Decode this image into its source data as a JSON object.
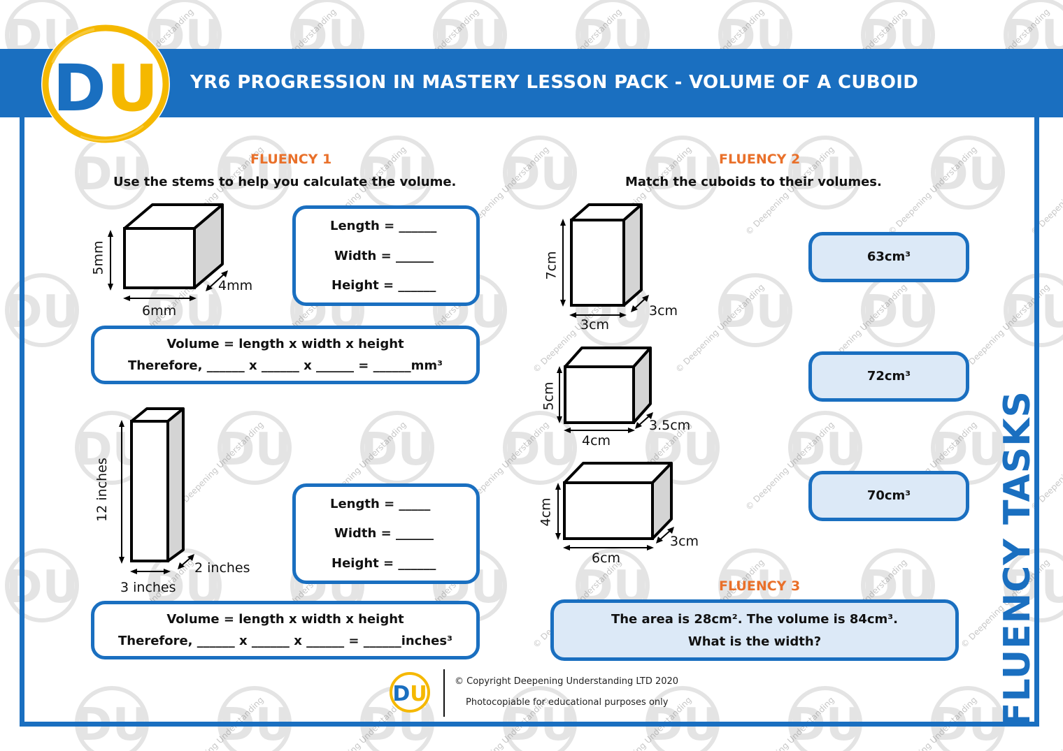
{
  "header": {
    "logo_text": "DU",
    "title": "YR6 PROGRESSION IN MASTERY LESSON PACK - VOLUME OF A CUBOID"
  },
  "watermark": {
    "text": "© Deepening Understanding",
    "logo_text": "DU"
  },
  "side_label": "FLUENCY TASKS",
  "fluency1": {
    "heading": "FLUENCY 1",
    "instruction": "Use the stems to help you calculate the volume.",
    "cuboid_a": {
      "height_label": "5mm",
      "depth_label": "4mm",
      "width_label": "6mm",
      "stems": [
        "Length = ______",
        "Width = ______",
        "Height = ______"
      ],
      "formula": "Volume = length x width x height",
      "therefore": "Therefore, ______ x ______ x ______ = ______mm³"
    },
    "cuboid_b": {
      "height_label": "12 inches",
      "depth_label": "2 inches",
      "width_label": "3 inches",
      "stems": [
        "Length = _____",
        "Width = ______",
        "Height = ______"
      ],
      "formula": "Volume = length x width x height",
      "therefore": "Therefore, ______ x ______ x ______ = ______inches³"
    }
  },
  "fluency2": {
    "heading": "FLUENCY 2",
    "instruction": "Match the cuboids to their volumes.",
    "cuboids": [
      {
        "height": "7cm",
        "width": "3cm",
        "depth": "3cm"
      },
      {
        "height": "5cm",
        "width": "4cm",
        "depth": "3.5cm"
      },
      {
        "height": "4cm",
        "width": "6cm",
        "depth": "3cm"
      }
    ],
    "volumes": [
      "63cm³",
      "72cm³",
      "70cm³"
    ]
  },
  "fluency3": {
    "heading": "FLUENCY 3",
    "line1": "The area is 28cm². The volume is 84cm³.",
    "line2": "What is the width?"
  },
  "footer": {
    "logo_text": "DU",
    "copyright": "© Copyright Deepening Understanding LTD 2020",
    "note": "Photocopiable for educational purposes only"
  },
  "colors": {
    "brand_blue": "#1a6fc0",
    "accent_orange": "#e9702a",
    "logo_yellow": "#f5b800",
    "box_fill": "#dce9f7"
  }
}
